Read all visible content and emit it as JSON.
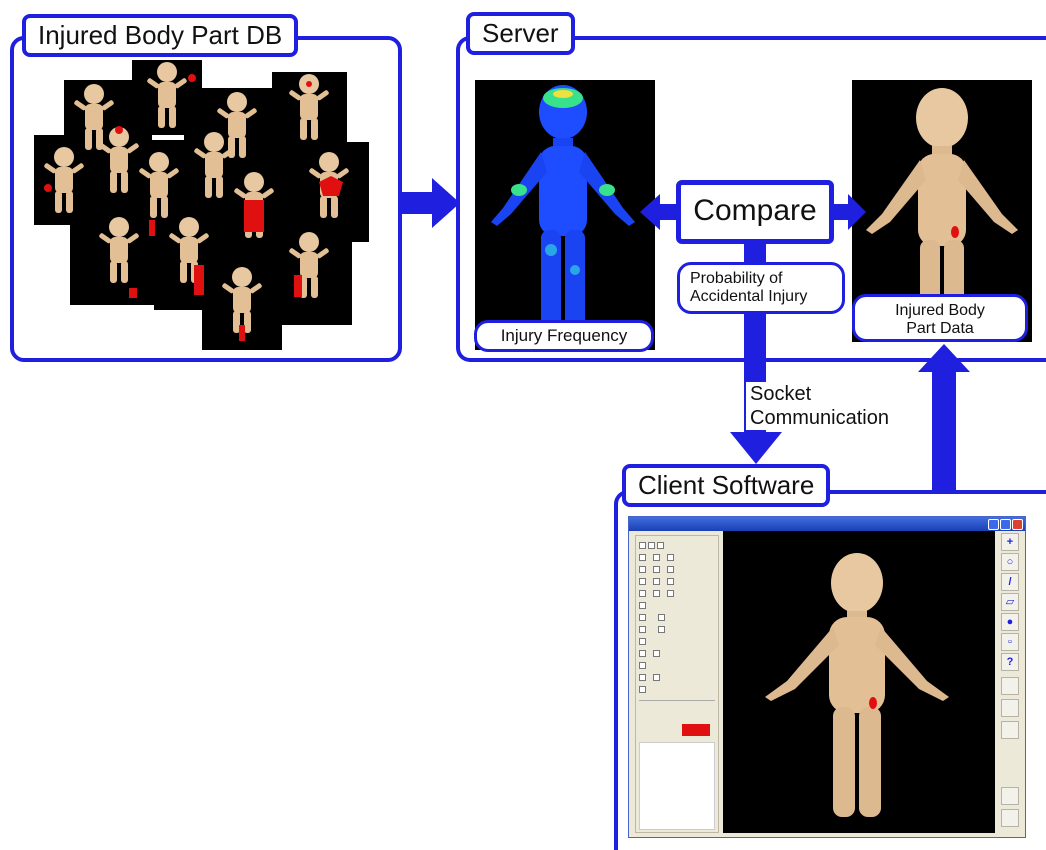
{
  "panels": {
    "db": {
      "title": "Injured Body Part DB"
    },
    "server": {
      "title": "Server"
    },
    "client": {
      "title": "Client Software"
    }
  },
  "server": {
    "compare_label": "Compare",
    "frequency_label": "Injury Frequency",
    "probability_label_line1": "Probability of",
    "probability_label_line2": "Accidental Injury",
    "injured_data_line1": "Injured Body",
    "injured_data_line2": "Part Data"
  },
  "connection": {
    "socket_line1": "Socket",
    "socket_line2": "Communication"
  },
  "colors": {
    "frame_blue": "#1f1fe0",
    "heat_base": "#1d4dff",
    "skin": "#e8c8a0",
    "injury_red": "#e01010"
  }
}
